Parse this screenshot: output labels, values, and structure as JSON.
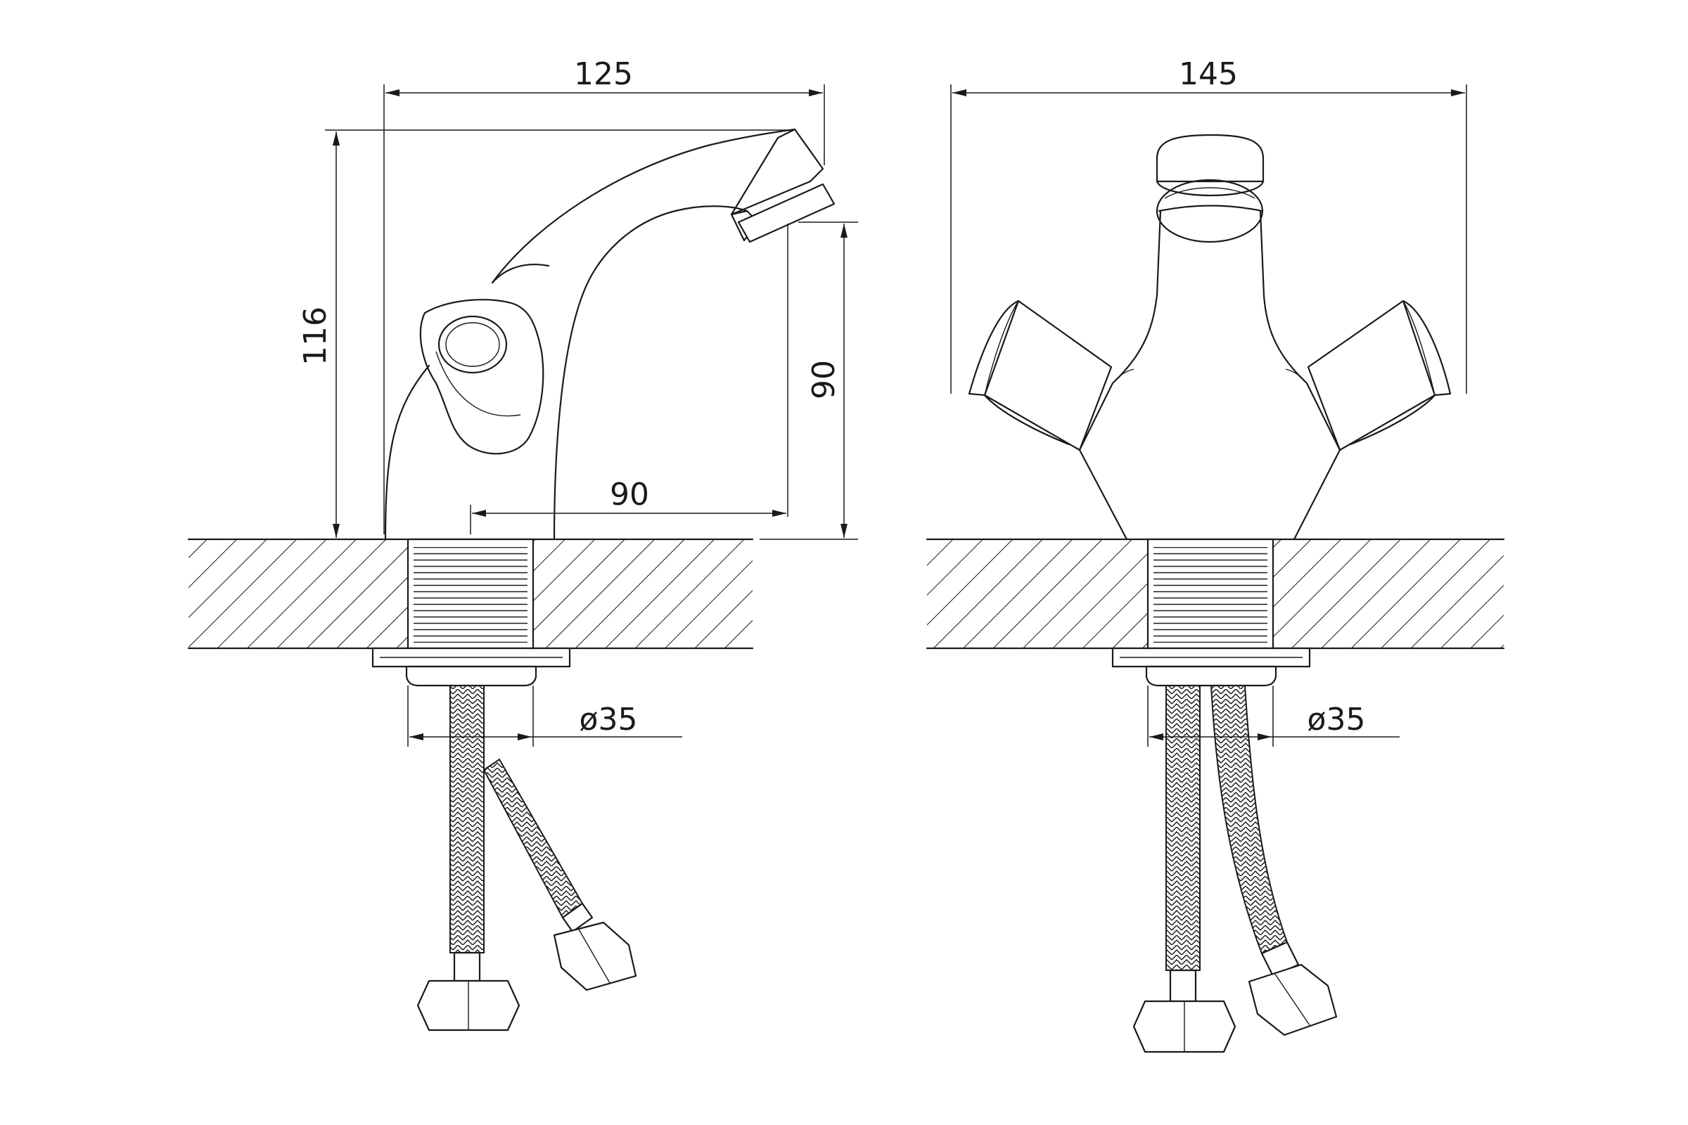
{
  "dimensions": {
    "side_width": "125",
    "side_height": "116",
    "spout_height": "90",
    "spout_reach": "90",
    "side_diameter": "ø35",
    "front_width": "145",
    "front_diameter": "ø35"
  },
  "colors": {
    "line": "#1a1a1a",
    "background": "#ffffff"
  }
}
